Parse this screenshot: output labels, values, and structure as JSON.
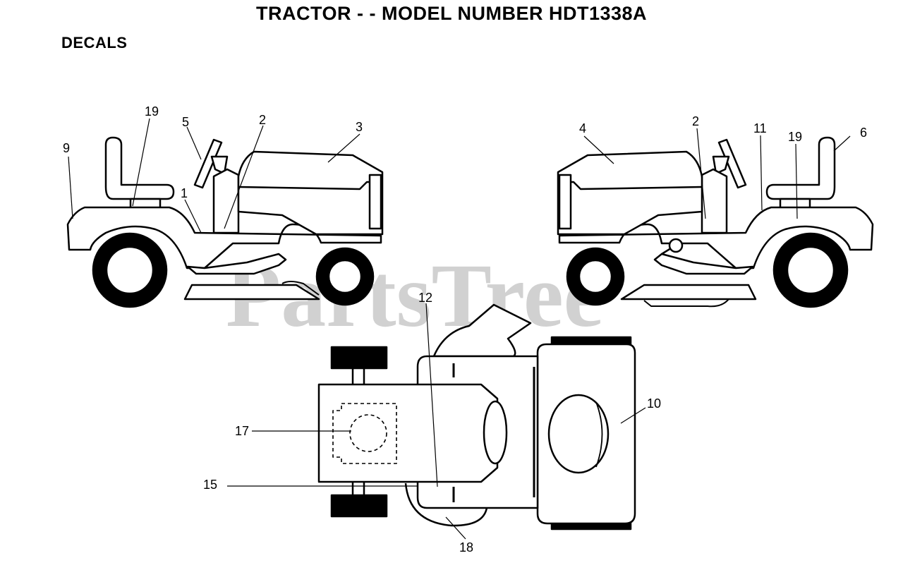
{
  "header": {
    "title": "TRACTOR - - MODEL NUMBER HDT1338A",
    "section": "DECALS"
  },
  "watermark": "PartsTree",
  "callouts": {
    "c9": "9",
    "c19_left": "19",
    "c5": "5",
    "c2_left": "2",
    "c3": "3",
    "c1": "1",
    "c4": "4",
    "c2_right": "2",
    "c11": "11",
    "c19_right": "19",
    "c6": "6",
    "c12": "12",
    "c10": "10",
    "c17": "17",
    "c15": "15",
    "c18": "18"
  }
}
